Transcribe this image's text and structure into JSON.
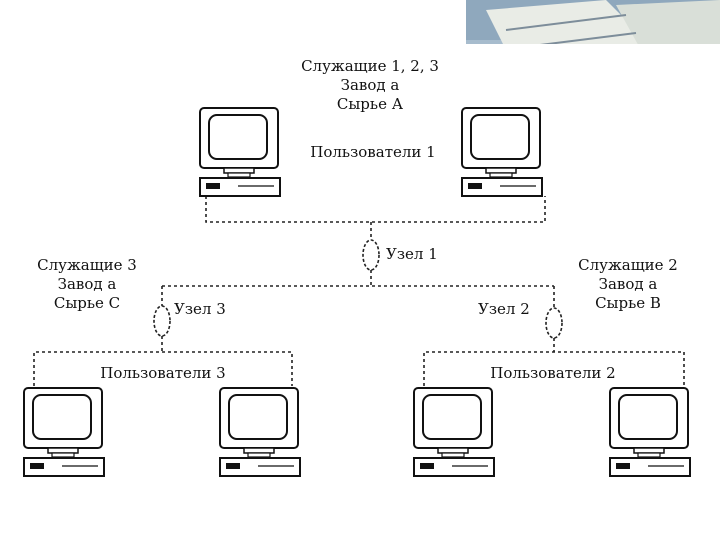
{
  "groups": {
    "top": {
      "info_lines": [
        "Служащие 1, 2, 3",
        "Завод а",
        "Сырье А"
      ],
      "users_label": "Пользователи 1"
    },
    "left": {
      "info_lines": [
        "Служащие 3",
        "Завод а",
        "Сырье С"
      ],
      "users_label": "Пользователи 3"
    },
    "right": {
      "info_lines": [
        "Служащие 2",
        "Завод а",
        "Сырье В"
      ],
      "users_label": "Пользователи 2"
    }
  },
  "nodes": {
    "node1": "Узел 1",
    "node2": "Узел 2",
    "node3": "Узел 3"
  },
  "colors": {
    "ink": "#111111",
    "line": "#222222",
    "photo_bg": "#9fb6c9",
    "photo_paper": "#eef0ec"
  }
}
